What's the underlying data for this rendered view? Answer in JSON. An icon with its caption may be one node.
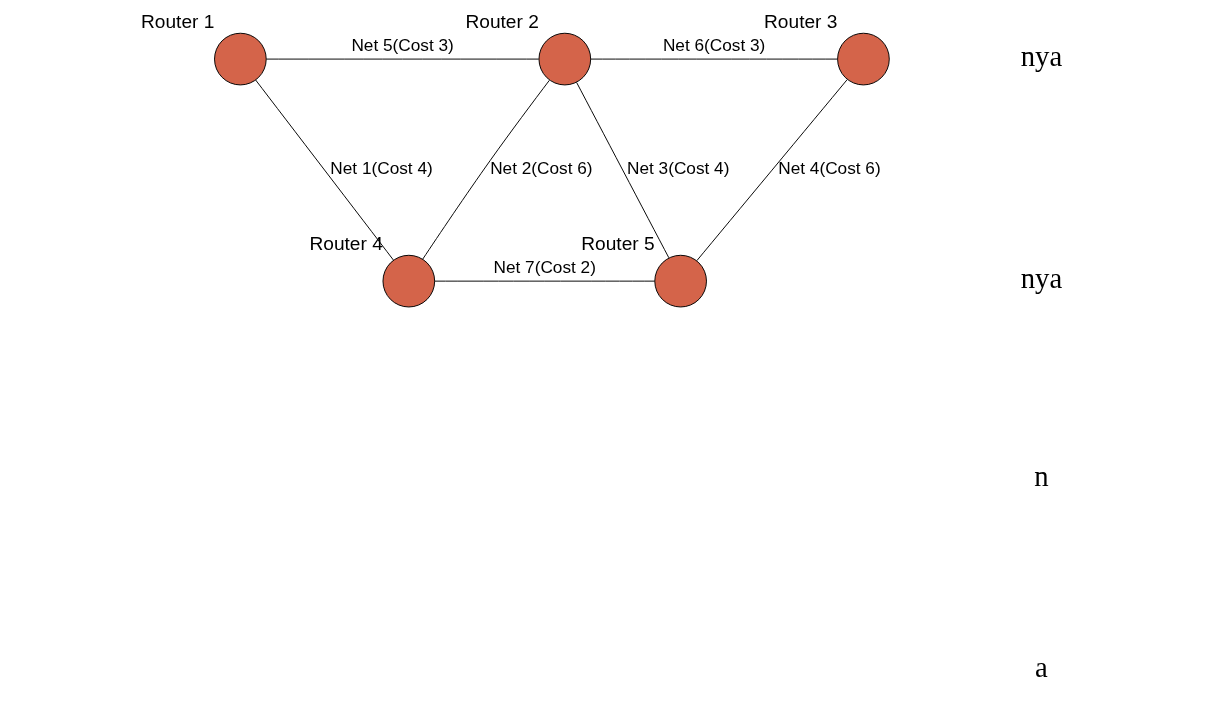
{
  "diagram": {
    "nodes": [
      {
        "text": [
          "Router 1"
        ]
      },
      {
        "text": [
          "Router 2"
        ]
      },
      {
        "text": [
          "Router 3"
        ]
      },
      {
        "text": [
          "Router 4"
        ]
      },
      {
        "text": [
          "Router 5"
        ]
      }
    ],
    "edges": [
      {
        "from": 0,
        "to": 1,
        "arrow": "none",
        "label": "Net 5(Cost 3)"
      },
      {
        "from": 1,
        "to": 2,
        "arrow": "none",
        "label": "Net 6(Cost 3)"
      },
      {
        "from": 0,
        "to": 3,
        "arrow": "none",
        "label": "Net 1(Cost 4)"
      },
      {
        "from": 1,
        "to": 3,
        "arrow": "none",
        "label": "Net 2(Cost 6)"
      },
      {
        "from": 1,
        "to": 4,
        "arrow": "none",
        "label": "Net 3(Cost 4)"
      },
      {
        "from": 2,
        "to": 4,
        "arrow": "none",
        "label": "Net 4(Cost 6)"
      },
      {
        "from": 3,
        "to": 4,
        "arrow": "none",
        "label": "Net 7(Cost 2)"
      }
    ],
    "labels": [
      "nya",
      "nya",
      "n",
      "a"
    ]
  }
}
